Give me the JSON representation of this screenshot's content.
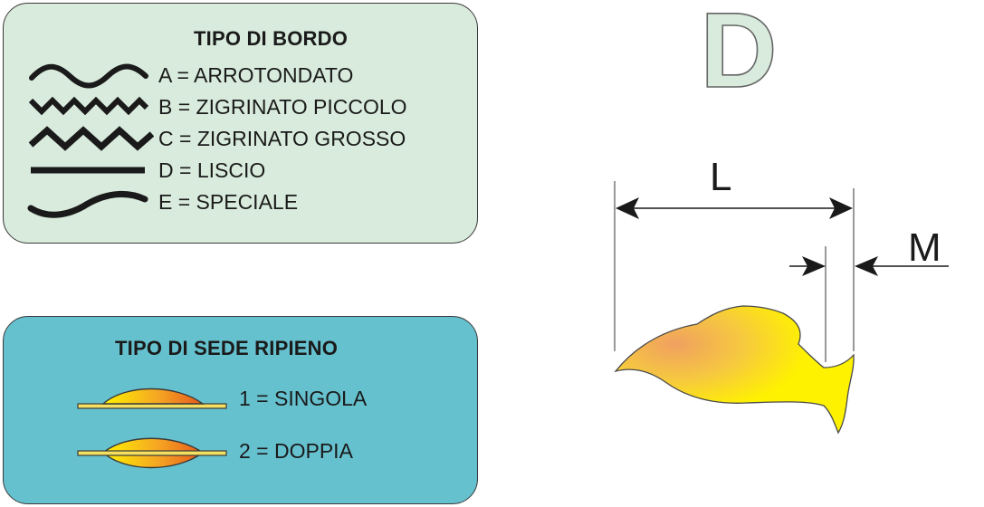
{
  "bordo": {
    "title": "TIPO DI BORDO",
    "items": [
      {
        "icon": "rounded-wave-icon",
        "label": "A = ARROTONDATO"
      },
      {
        "icon": "small-zigzag-icon",
        "label": "B = ZIGRINATO PICCOLO"
      },
      {
        "icon": "large-zigzag-icon",
        "label": "C = ZIGRINATO GROSSO"
      },
      {
        "icon": "straight-line-icon",
        "label": "D = LISCIO"
      },
      {
        "icon": "s-curve-icon",
        "label": "E = SPECIALE"
      }
    ]
  },
  "sede": {
    "title": "TIPO DI SEDE RIPIENO",
    "items": [
      {
        "icon": "single-seat-icon",
        "label": "1 = SINGOLA"
      },
      {
        "icon": "double-seat-icon",
        "label": "2 = DOPPIA"
      }
    ]
  },
  "edge_code": "D",
  "dimensions": {
    "length_label": "L",
    "margin_label": "M"
  },
  "colors": {
    "bordo_panel": "#d8ebdc",
    "sede_panel": "#66c1cf",
    "flame_inner": "#f0a060",
    "flame_outer": "#fff200"
  }
}
